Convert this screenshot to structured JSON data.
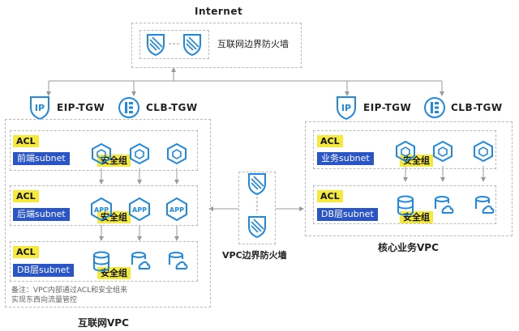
{
  "internet": {
    "title": "Internet",
    "firewall_label": "互联网边界防火墙"
  },
  "gateways": {
    "left": {
      "eip": "EIP-TGW",
      "clb": "CLB-TGW"
    },
    "right": {
      "eip": "EIP-TGW",
      "clb": "CLB-TGW"
    }
  },
  "left_vpc": {
    "title": "互联网VPC",
    "rows": [
      {
        "acl": "ACL",
        "subnet": "前端subnet",
        "sg": "安全组"
      },
      {
        "acl": "ACL",
        "subnet": "后端subnet",
        "sg": "安全组"
      },
      {
        "acl": "ACL",
        "subnet": "DB层subnet",
        "sg": "安全组"
      }
    ],
    "note_line1": "备注：VPC内部通过ACL和安全组来",
    "note_line2": "实现东西向流量管控"
  },
  "vpc_firewall": {
    "label": "VPC边界防火墙"
  },
  "right_vpc": {
    "title": "核心业务VPC",
    "rows": [
      {
        "acl": "ACL",
        "subnet": "业务subnet",
        "sg": "安全组"
      },
      {
        "acl": "ACL",
        "subnet": "DB层subnet",
        "sg": "安全组"
      }
    ]
  },
  "icons": {
    "firewall": "shield-firewall-icon",
    "eip": "ip-shield-icon",
    "clb": "load-balancer-icon",
    "cvm": "cube-icon",
    "app": "app-hexagon-icon",
    "db": "database-icon",
    "db_cloud": "cloud-database-icon"
  },
  "colors": {
    "accent": "#1e88e5",
    "acl": "#f5e93b",
    "subnet": "#2a55c9",
    "line": "#9a9a9a"
  }
}
